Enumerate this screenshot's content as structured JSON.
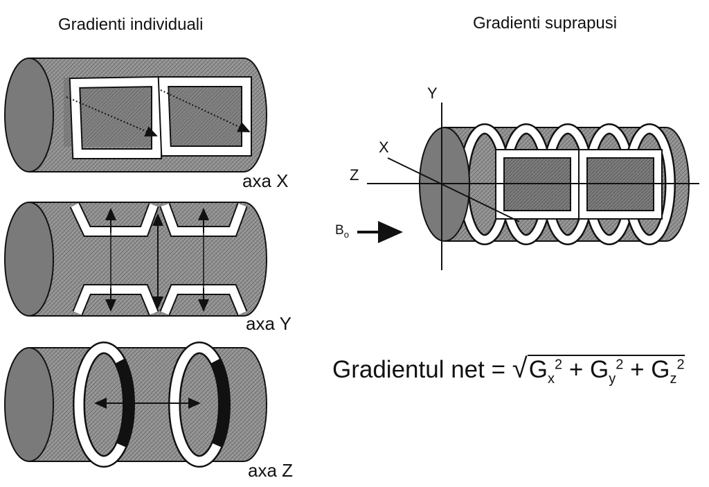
{
  "titles": {
    "left": "Gradienti individuali",
    "right": "Gradienti suprapusi"
  },
  "captions": {
    "x": "axa X",
    "y": "axa Y",
    "z": "axa Z"
  },
  "axes": {
    "y": "Y",
    "x": "X",
    "z": "Z",
    "b0_main": "B",
    "b0_sub": "o"
  },
  "formula": {
    "lhs": "Gradientul net =",
    "sqrt": "√",
    "g": "G",
    "sub_x": "x",
    "sub_y": "y",
    "sub_z": "z",
    "exp": "2",
    "plus": "+"
  },
  "colors": {
    "cylinder_fill": "#8c8c8c",
    "cylinder_hatch": "#6e6e6e",
    "end_cap": "#787878",
    "coil": "#ffffff",
    "outline": "#111111"
  }
}
